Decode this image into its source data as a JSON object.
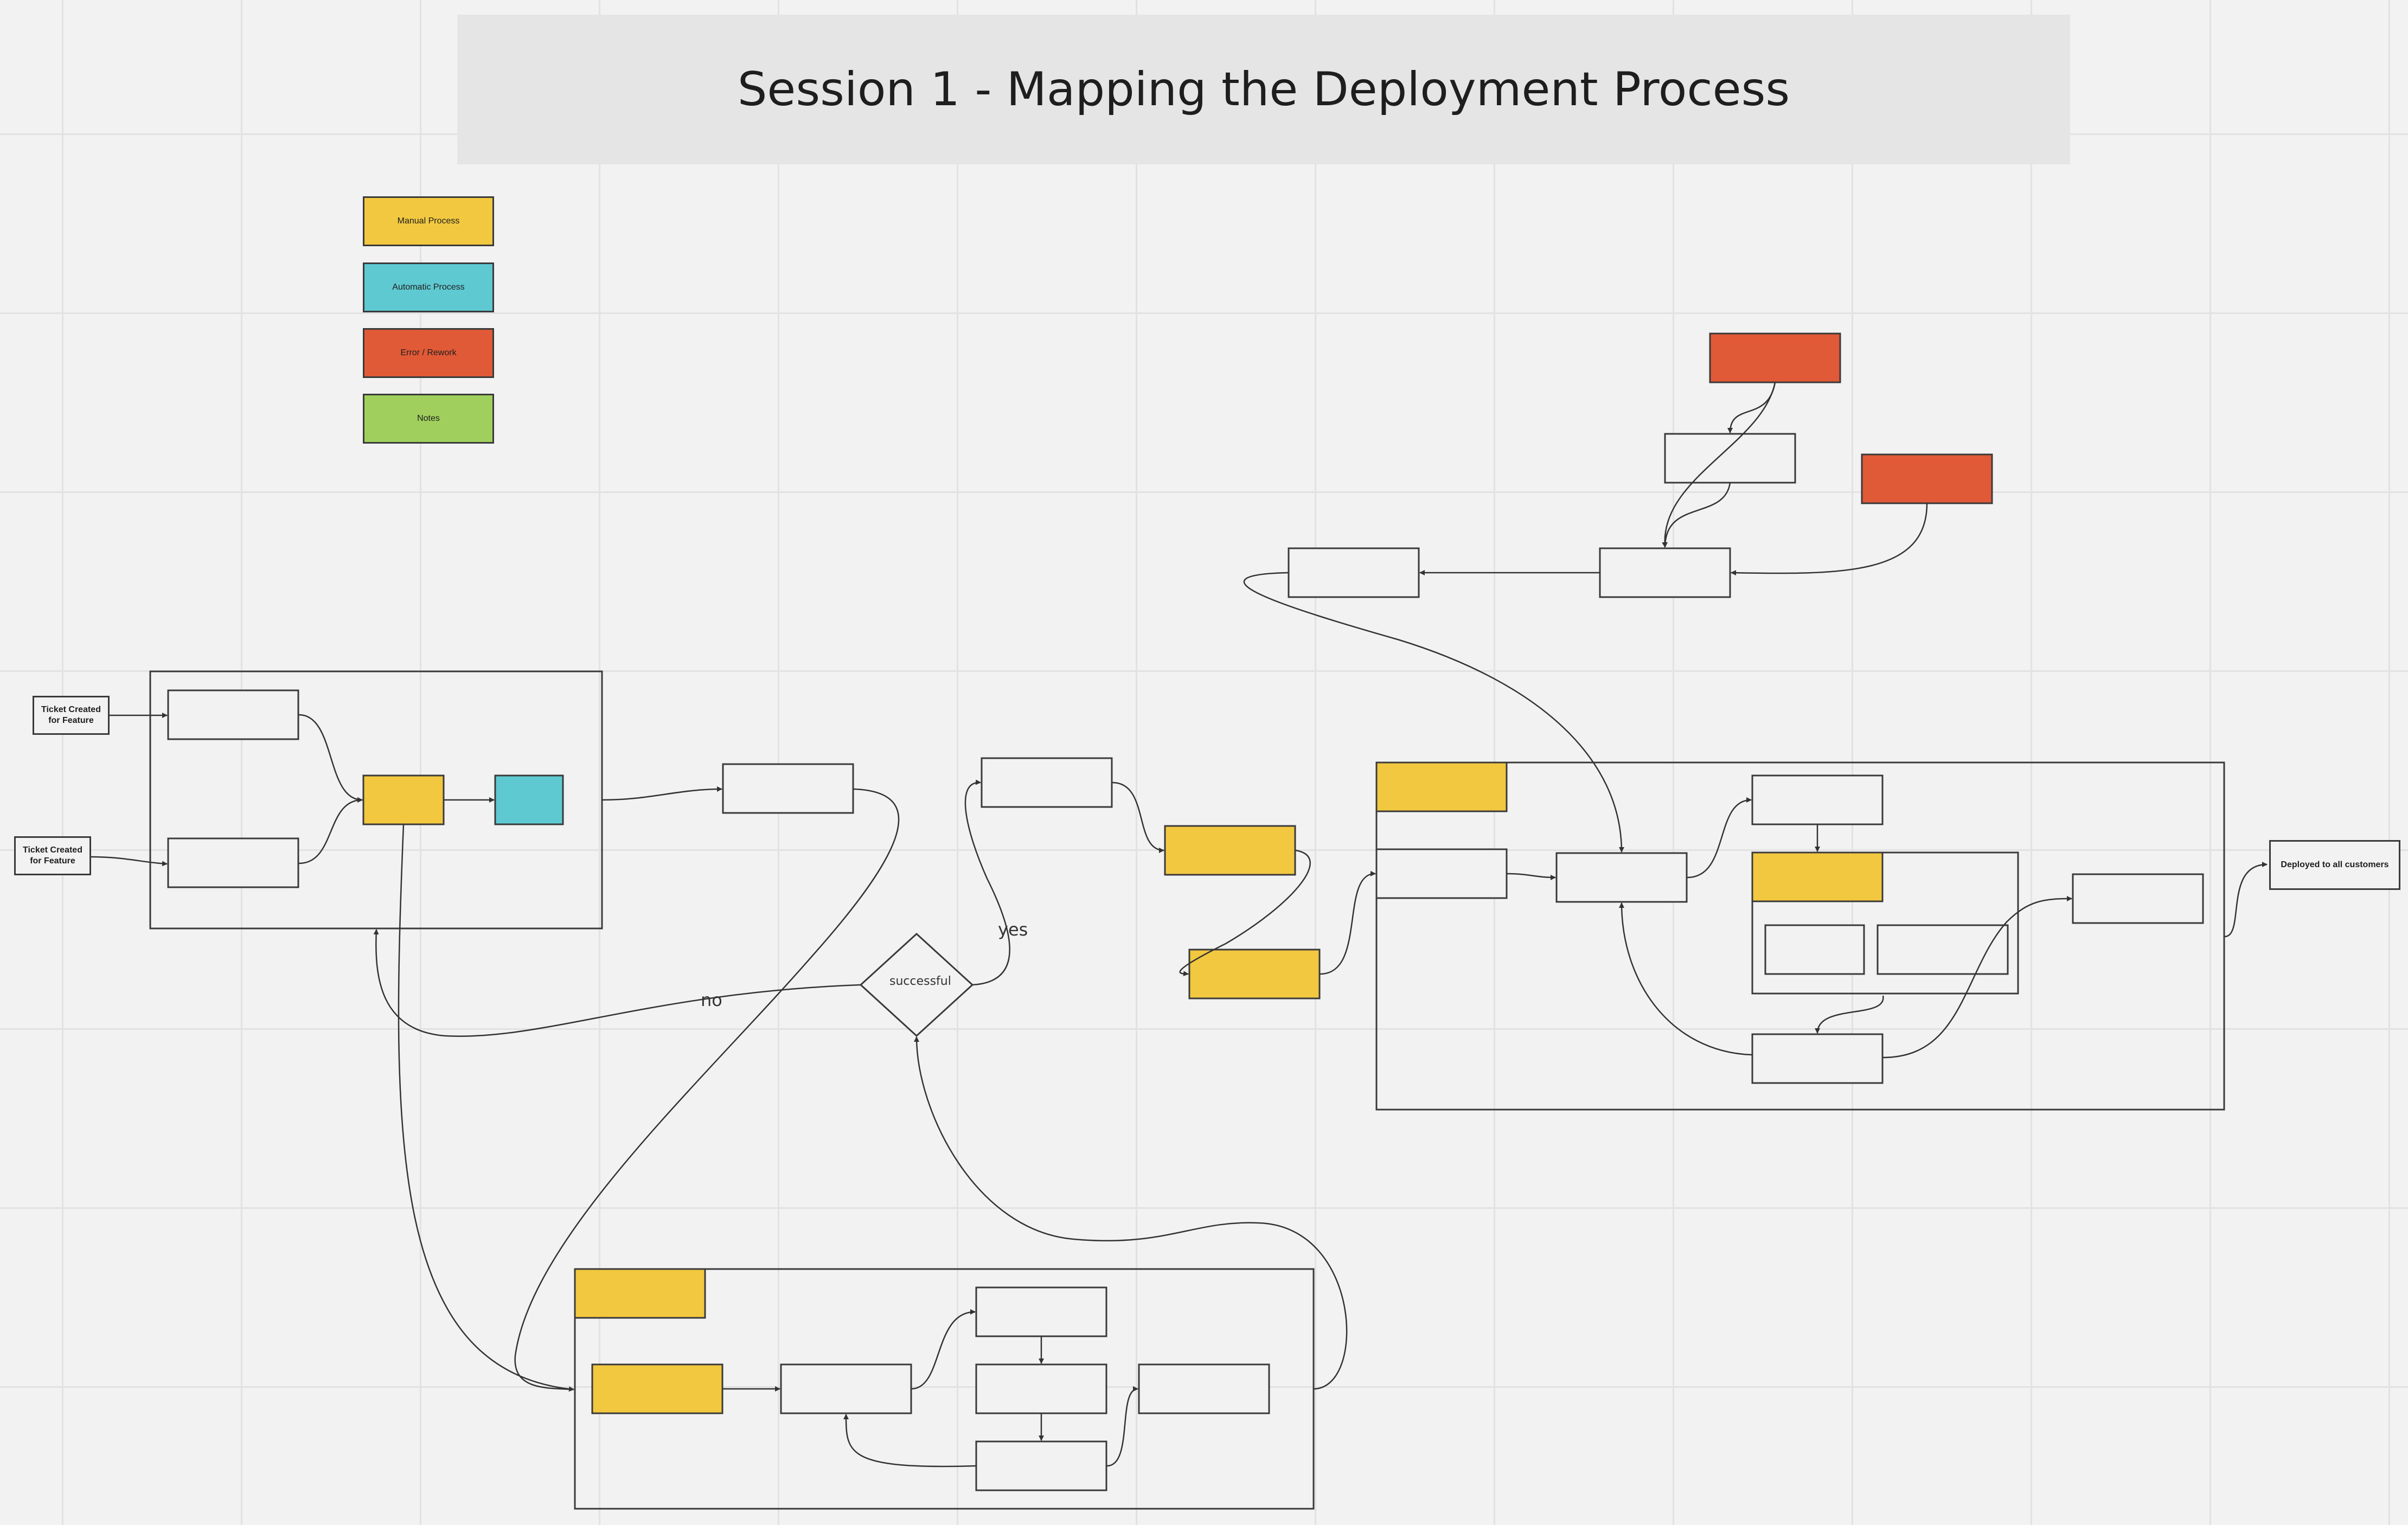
{
  "title": "Session 1 - Mapping the Deployment Process",
  "legend": [
    {
      "label": "Manual Process",
      "color": "#f1c840"
    },
    {
      "label": "Automatic Process",
      "color": "#5fc9d1"
    },
    {
      "label": "Error / Rework",
      "color": "#e05a37"
    },
    {
      "label": "Notes",
      "color": "#a0cf5d"
    }
  ],
  "colors": {
    "manual": "#f1c840",
    "automatic": "#5fc9d1",
    "error": "#e05a37",
    "notes": "#a0cf5d",
    "canvas": "#f2f2f2",
    "grid": "#e2e2e2"
  },
  "start_nodes": [
    "Ticket Created for Feature",
    "Ticket Created for Feature"
  ],
  "end_node": "Deployed to all customers",
  "decision": "successful",
  "edge_labels": {
    "yes": "yes",
    "no": "no"
  }
}
